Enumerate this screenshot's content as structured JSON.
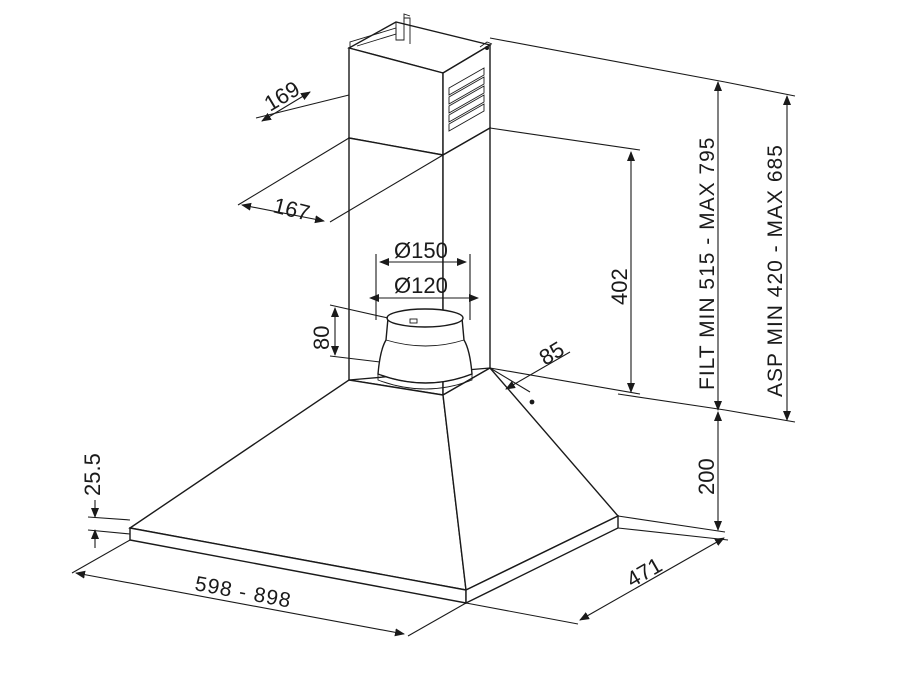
{
  "labels": {
    "chimney_width": "169",
    "chimney_depth": "167",
    "outlet_150": "Ø150",
    "outlet_120": "Ø120",
    "collar_height": "80",
    "offset_85": "85",
    "height_402": "402",
    "filt_range": "FILT MIN 515 - MAX 795",
    "asp_range": "ASP MIN 420 - MAX 685",
    "height_200": "200",
    "canopy_edge": "25.5",
    "width_range": "598 - 898",
    "depth_471": "471"
  }
}
